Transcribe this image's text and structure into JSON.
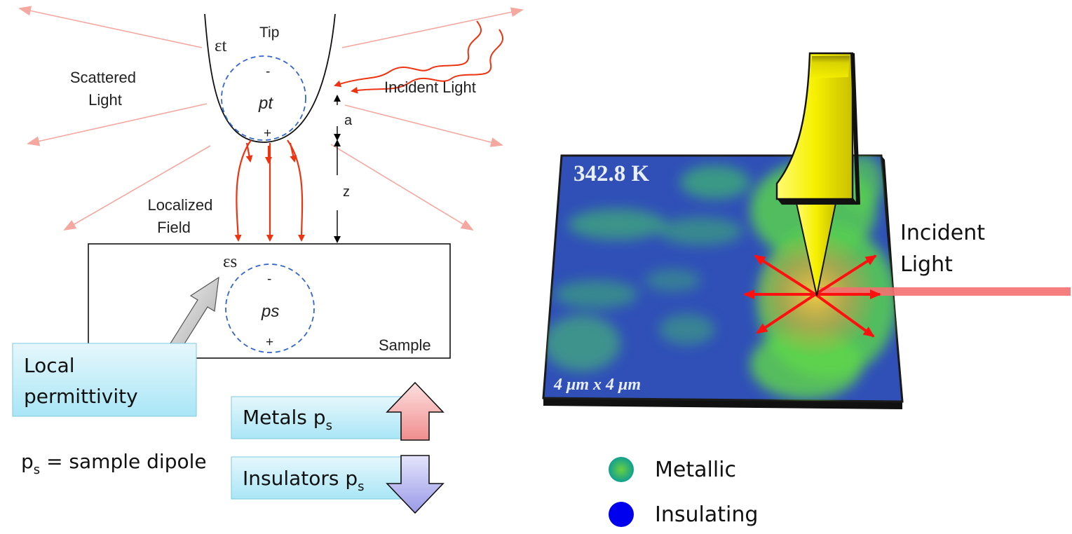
{
  "left_panel": {
    "tip_label": "Tip",
    "tip_permittivity": "εt",
    "scattered_light": [
      "Scattered",
      "Light"
    ],
    "incident_light": "Incident Light",
    "tip_dipole": "pt",
    "minus": "-",
    "plus": "+",
    "gap_a": "a",
    "gap_z": "z",
    "localized_field": [
      "Localized",
      "Field"
    ],
    "sample_permittivity": "εs",
    "sample_dipole": "ps",
    "sample_label": "Sample",
    "callout": [
      "Local",
      "permittivity"
    ],
    "metals_label": "Metals p",
    "insulators_label": "Insulators p",
    "subscript_s": "s",
    "dipole_def_p": "p",
    "dipole_def_rest": " = sample dipole"
  },
  "right_panel": {
    "temperature": "342.8 K",
    "scale": "4 μm x 4 μm",
    "incident_light": [
      "Incident",
      "Light"
    ]
  },
  "legend": [
    {
      "label": "Metallic",
      "color": "#22aa66"
    },
    {
      "label": "Insulating",
      "color": "#0000ee"
    }
  ],
  "colors": {
    "field_arrows": "#ee3311",
    "scattered_rays": "#f4a8a0",
    "dipole_circle": "#3366cc",
    "metals_arrow": "#f4a0a0",
    "insulators_arrow": "#b0b0f0",
    "tip_yellow": "#f4f000",
    "map_blue": "#3050b8",
    "map_green": "#58d050"
  }
}
